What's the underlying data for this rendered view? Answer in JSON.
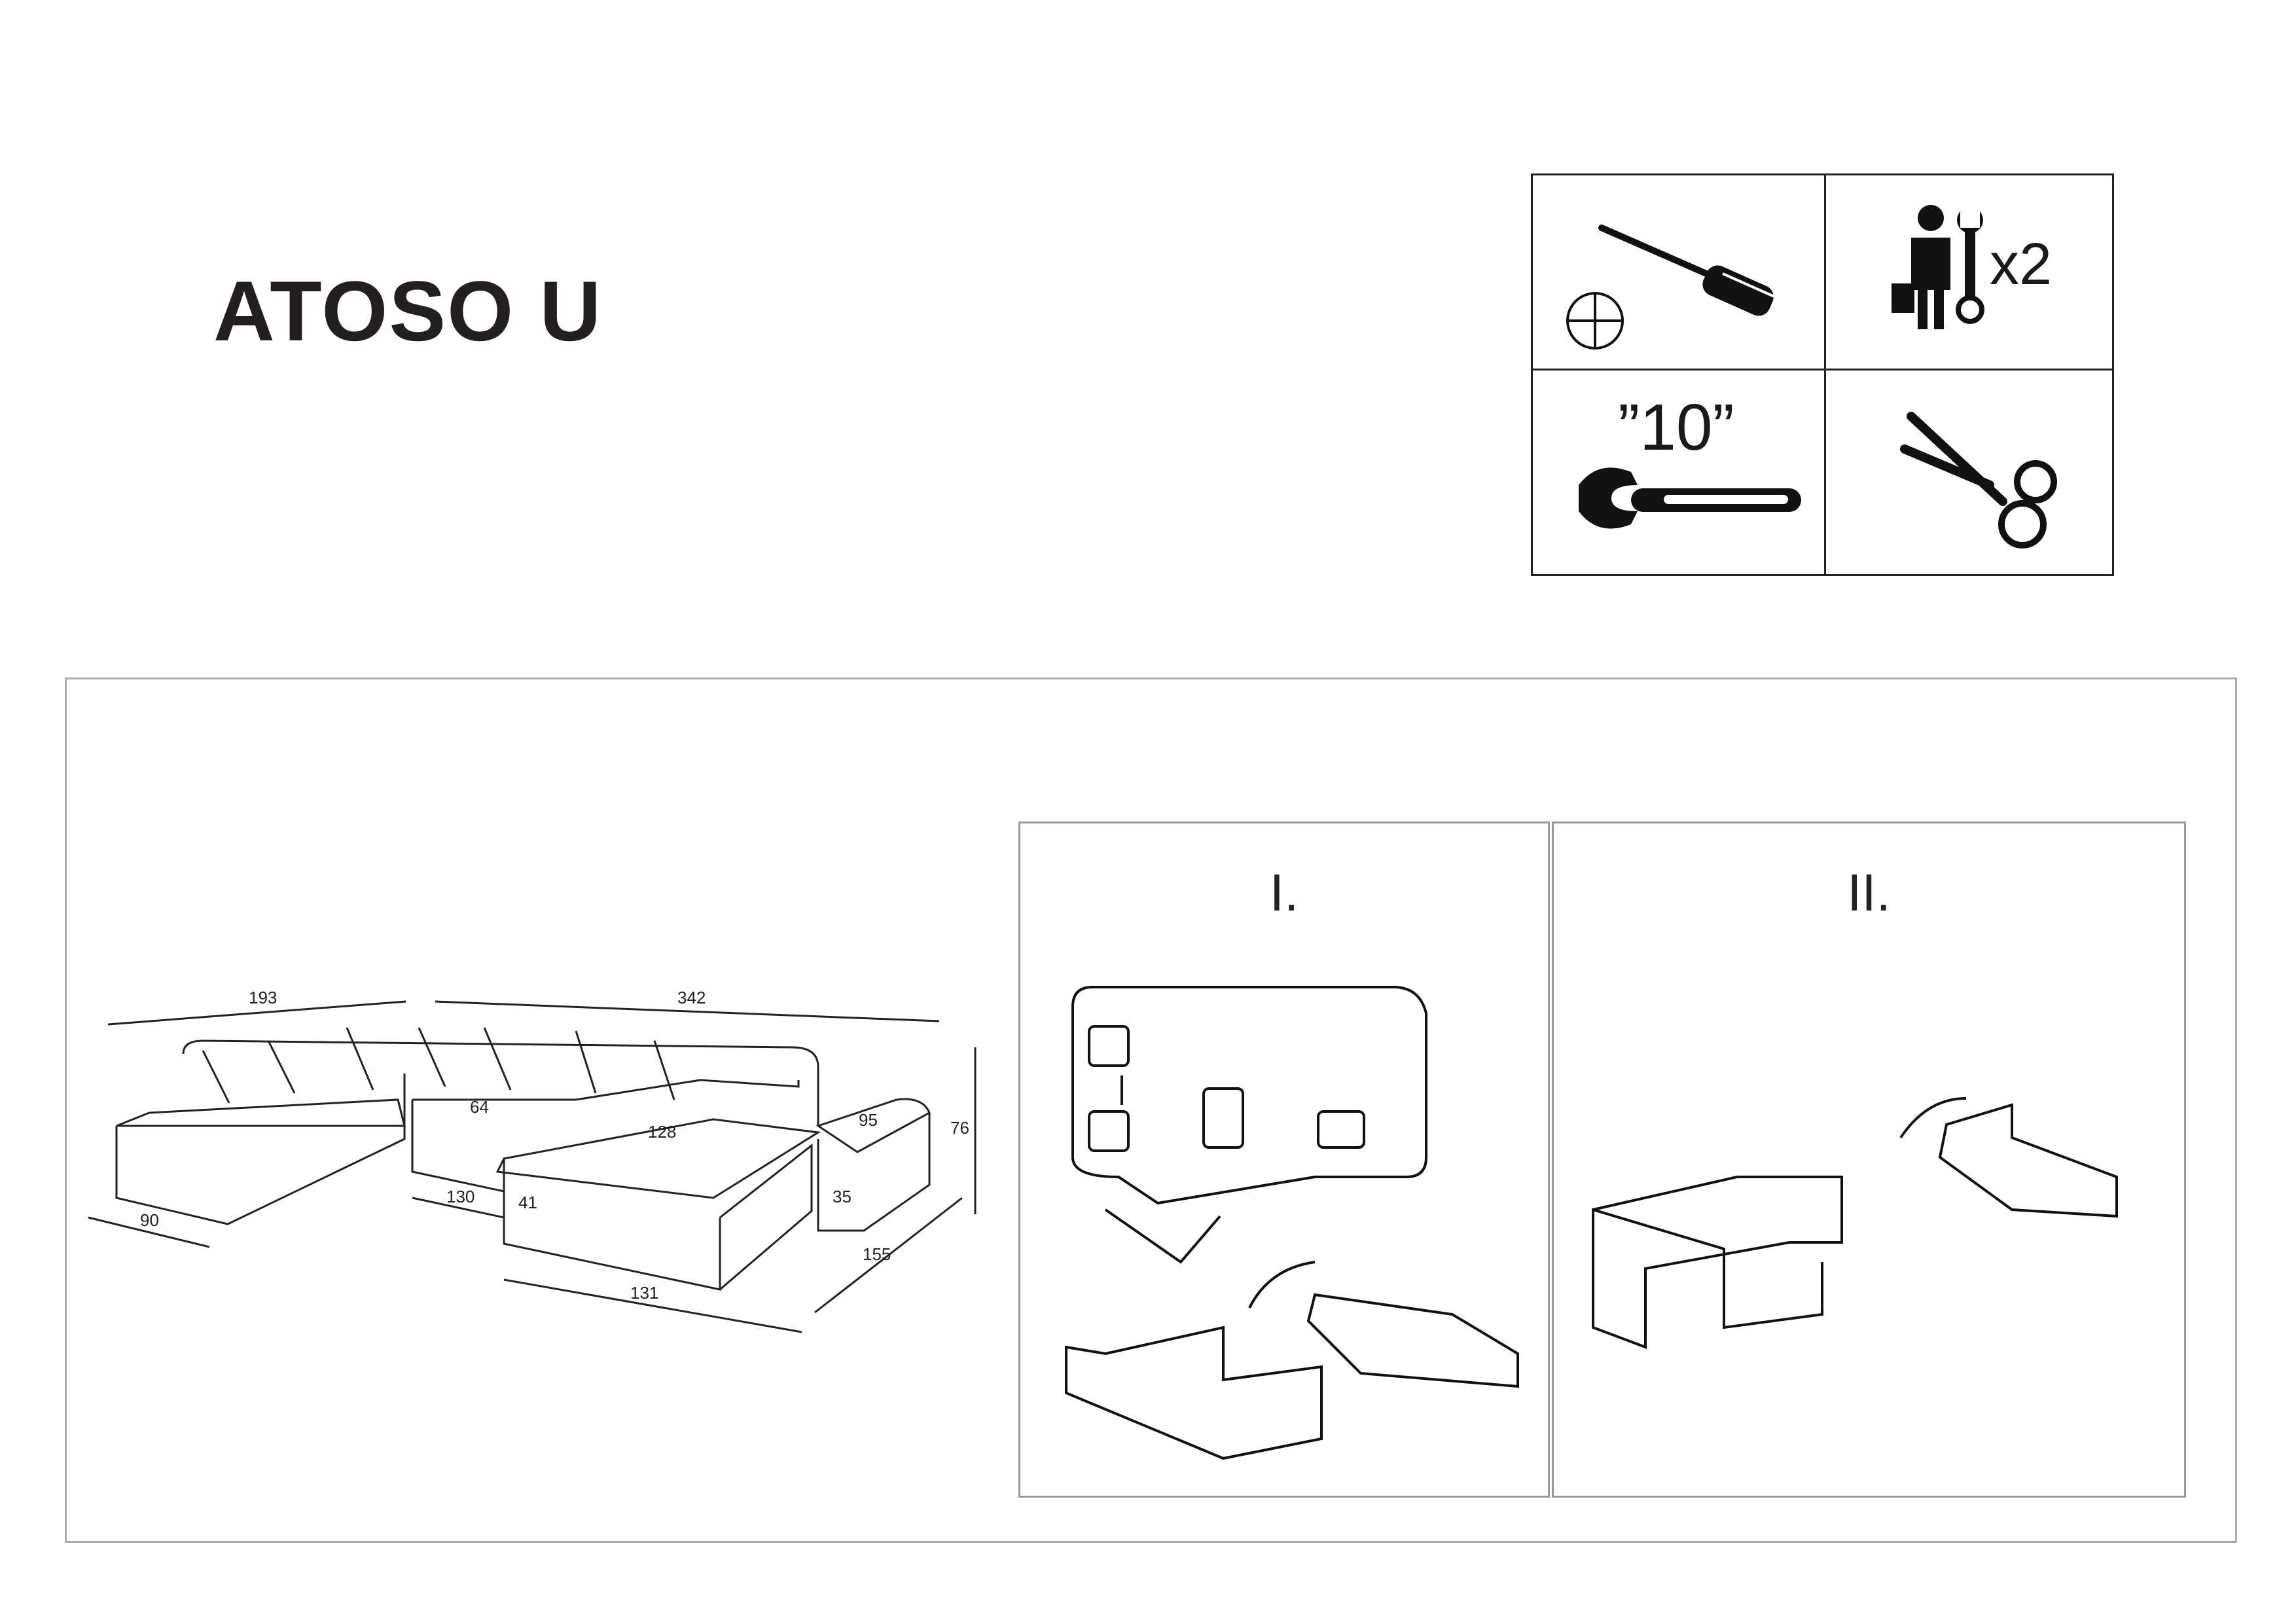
{
  "title": "ATOSO U",
  "tools": {
    "worker_count": "x2",
    "wrench_size": "”10”",
    "icons": [
      "phillips-screwdriver-icon",
      "worker-icon",
      "adjustable-wrench-icon",
      "scissors-icon"
    ]
  },
  "dimensions": {
    "d193": "193",
    "d342": "342",
    "d64": "64",
    "d128": "128",
    "d95": "95",
    "d76": "76",
    "d130": "130",
    "d41": "41",
    "d35": "35",
    "d90": "90",
    "d155": "155",
    "d131": "131"
  },
  "steps": [
    {
      "label": "I."
    },
    {
      "label": "II."
    }
  ]
}
